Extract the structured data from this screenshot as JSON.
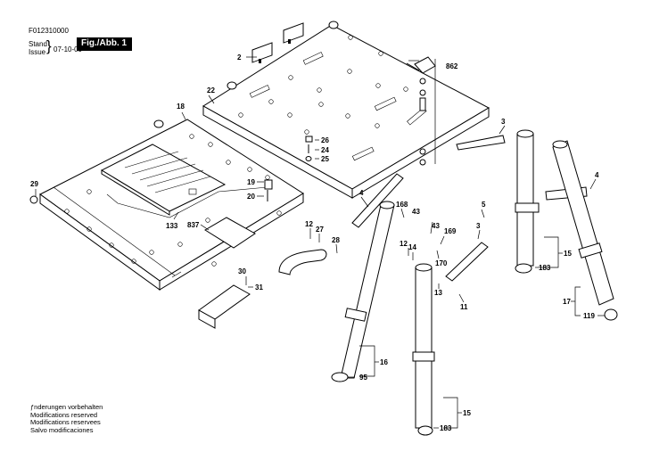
{
  "header": {
    "document_id": "F012310000",
    "stand_label": "Stand",
    "issue_label": "Issue",
    "brace": "}",
    "date": "07-10-09",
    "figure_label": "Fig./Abb. 1"
  },
  "notes": [
    "ƒnderungen vorbehalten",
    "Modifications reserved",
    "Modifications reservees",
    "Salvo modificaciones"
  ],
  "part_labels": {
    "p2": "2",
    "p862": "862",
    "p22": "22",
    "p18": "18",
    "p3a": "3",
    "p26": "26",
    "p24": "24",
    "p25": "25",
    "p29": "29",
    "p19": "19",
    "p20": "20",
    "p4a": "4",
    "p4b": "4",
    "p133": "133",
    "p837": "837",
    "p168": "168",
    "p43a": "43",
    "p43b": "43",
    "p5": "5",
    "p12a": "12",
    "p27": "27",
    "p28": "28",
    "p169": "169",
    "p3b": "3",
    "p12b": "12",
    "p14": "14",
    "p170": "170",
    "p15a": "15",
    "p183a": "183",
    "p30": "30",
    "p31": "31",
    "p13": "13",
    "p11": "11",
    "p17": "17",
    "p119": "119",
    "p16": "16",
    "p95": "95",
    "p15b": "15",
    "p183b": "183"
  }
}
